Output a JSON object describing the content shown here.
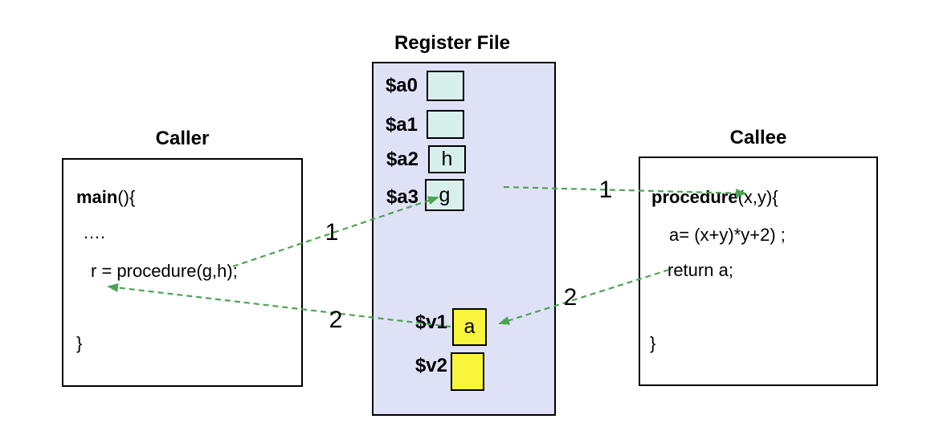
{
  "register_file": {
    "title": "Register File",
    "arg_registers": [
      {
        "label": "$a0",
        "value": ""
      },
      {
        "label": "$a1",
        "value": ""
      },
      {
        "label": "$a2",
        "value": "h"
      },
      {
        "label": "$a3",
        "value": "g"
      }
    ],
    "return_registers": [
      {
        "label": "$v1",
        "value": "a"
      },
      {
        "label": "$v2",
        "value": ""
      }
    ]
  },
  "caller": {
    "title": "Caller",
    "code": {
      "keyword": "main",
      "after_keyword": "(){",
      "line2": "….",
      "line3": "r = procedure(g,h);",
      "line4": "}"
    }
  },
  "callee": {
    "title": "Callee",
    "code": {
      "keyword": "procedure",
      "after_keyword": "(x,y){",
      "line2": "a= (x+y)*y+2) ;",
      "line3": "return a;",
      "line4": "}"
    }
  },
  "flow_steps": {
    "pass_args_caller_label": "1",
    "pass_args_callee_label": "1",
    "return_value_callee_label": "2",
    "return_value_caller_label": "2"
  },
  "colors": {
    "register_file_bg": "#dfe1f7",
    "arg_register_bg": "#d8f0ec",
    "return_register_bg": "#f9f53d",
    "arrow_green": "#4aa551",
    "outline": "#000000"
  }
}
